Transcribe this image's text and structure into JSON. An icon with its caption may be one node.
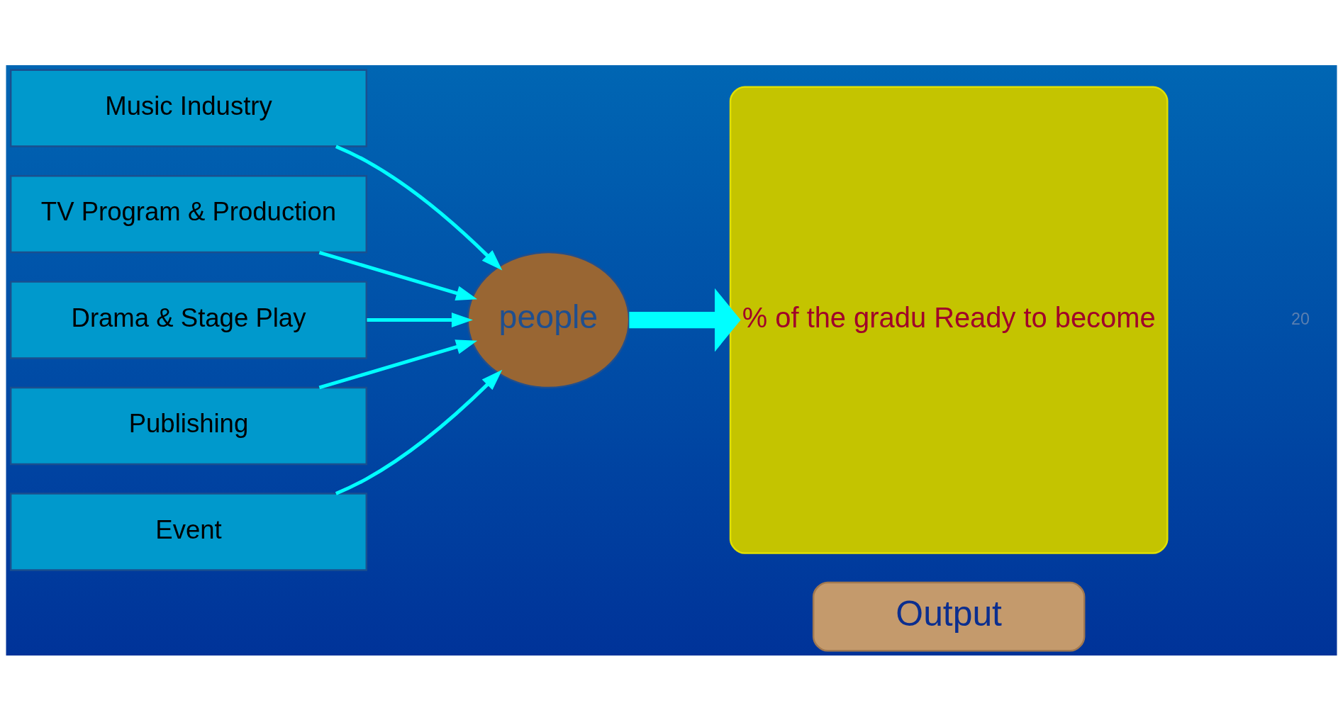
{
  "diagram": {
    "nodes": [
      {
        "text": [
          "Music Industry"
        ]
      },
      {
        "text": [
          "TV Program & Production"
        ]
      },
      {
        "text": [
          "Drama & Stage Play"
        ]
      },
      {
        "text": [
          "Publishing"
        ]
      },
      {
        "text": [
          "Event"
        ]
      },
      {
        "text": [
          "people"
        ]
      },
      {
        "text": [
          "Output"
        ]
      },
      {
        "text": [
          "% of the gradu Ready to become"
        ]
      }
    ],
    "edges": [
      {
        "from": 0,
        "to": 5,
        "arrow": "to"
      },
      {
        "from": 1,
        "to": 5,
        "arrow": "to"
      },
      {
        "from": 2,
        "to": 5,
        "arrow": "to"
      },
      {
        "from": 3,
        "to": 5,
        "arrow": "to"
      },
      {
        "from": 4,
        "to": 5,
        "arrow": "to"
      },
      {
        "from": 5,
        "to": 7,
        "arrow": "to",
        "style": "thick"
      }
    ],
    "labels": [
      "20"
    ]
  }
}
